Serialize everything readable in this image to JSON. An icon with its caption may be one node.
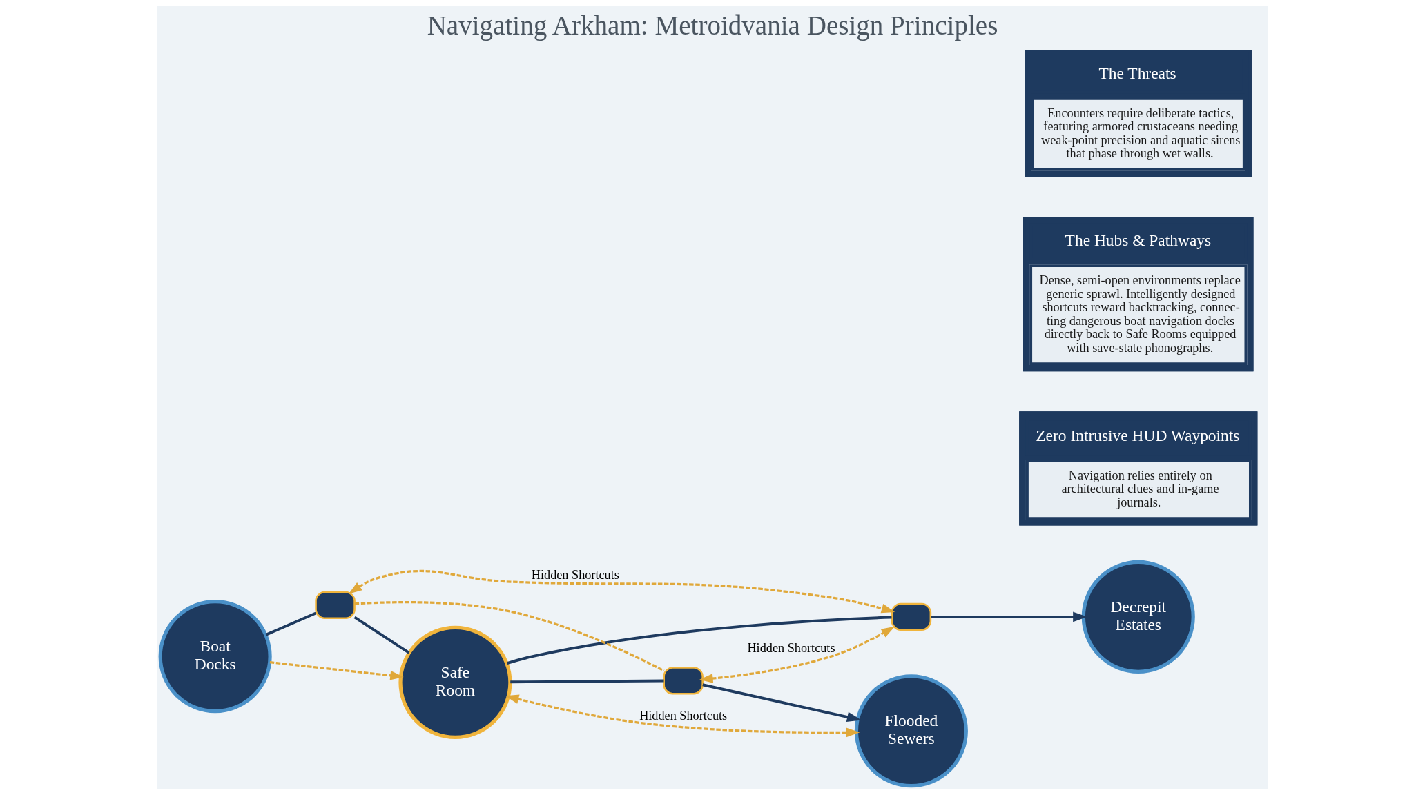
{
  "diagram": {
    "title": "Navigating Arkham: Metroidvania Design Principles",
    "nodes": [
      {
        "text": [
          "Safe Room"
        ]
      },
      {
        "text": [
          "Flooded Sewers"
        ]
      },
      {
        "text": [
          "Boat Docks"
        ]
      },
      {
        "text": [
          "Decrepit Estates"
        ]
      },
      {
        "text": [],
        "shape": "box"
      },
      {
        "text": [],
        "shape": "box"
      },
      {
        "text": [],
        "shape": "box"
      },
      {
        "text": [
          "Zero Intrusive HUD Waypoints",
          "Navigation relies entirely on architectural clues and in-game journals."
        ]
      },
      {
        "text": [
          "The Hubs & Pathways",
          "Dense, semi-open environments replace generic sprawl. Intelligently designed shortcuts reward backtracking, connec- ting dangerous boat navigation docks directly back to Safe Rooms equipped with save-state phonographs."
        ]
      },
      {
        "text": [
          "The Threats",
          "Encounters require deliberate tactics, featuring armored crustaceans needing weak-point precision and aquatic sirens that phase through wet walls."
        ]
      }
    ],
    "edges": [
      {
        "from": 2,
        "to": 5,
        "arrow": "none"
      },
      {
        "from": 5,
        "to": 0,
        "arrow": "none"
      },
      {
        "from": 0,
        "to": 4,
        "arrow": "none"
      },
      {
        "from": 4,
        "to": 1,
        "arrow": "to"
      },
      {
        "from": 0,
        "to": 6,
        "arrow": "none"
      },
      {
        "from": 6,
        "to": 3,
        "arrow": "to"
      },
      {
        "from": 0,
        "to": 1,
        "arrow": "both",
        "label": "Hidden Shortcuts",
        "style": "dashed",
        "color": "#e0a83a"
      },
      {
        "from": 5,
        "to": 4,
        "arrow": "none",
        "style": "dashed",
        "color": "#e0a83a"
      },
      {
        "from": 2,
        "to": 0,
        "arrow": "to",
        "style": "dashed",
        "color": "#e0a83a"
      },
      {
        "from": 4,
        "to": 6,
        "arrow": "both",
        "label": "Hidden Shortcuts",
        "style": "dashed",
        "color": "#e0a83a"
      },
      {
        "from": 5,
        "to": 6,
        "arrow": "both",
        "label": "Hidden Shortcuts",
        "style": "dashed",
        "color": "#e0a83a"
      }
    ]
  }
}
